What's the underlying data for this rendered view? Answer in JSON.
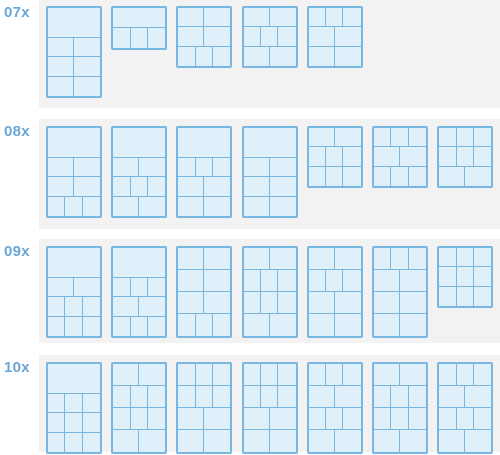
{
  "rows": [
    {
      "label": "07x",
      "layouts": [
        [
          [
            1
          ],
          [
            1,
            1
          ],
          [
            1,
            1
          ],
          [
            1,
            1
          ]
        ],
        [
          [
            1
          ],
          [
            1,
            1,
            1
          ]
        ],
        [
          [
            1,
            1
          ],
          [
            1,
            1
          ],
          [
            1,
            1,
            1
          ]
        ],
        [
          [
            1,
            1
          ],
          [
            1,
            1,
            1
          ],
          [
            1,
            1
          ]
        ],
        [
          [
            1,
            1,
            1
          ],
          [
            1,
            1
          ],
          [
            1,
            1
          ]
        ]
      ]
    },
    {
      "label": "08x",
      "layouts": [
        [
          [
            1
          ],
          [
            1,
            1
          ],
          [
            1,
            1
          ],
          [
            1,
            1,
            1
          ]
        ],
        [
          [
            1
          ],
          [
            1,
            1
          ],
          [
            1,
            1,
            1
          ],
          [
            1,
            1
          ]
        ],
        [
          [
            1
          ],
          [
            1,
            1,
            1
          ],
          [
            1,
            1
          ],
          [
            1,
            1
          ]
        ],
        [
          [
            1
          ],
          [
            1,
            1
          ],
          [
            1,
            1
          ],
          [
            1,
            1
          ]
        ],
        [
          [
            1,
            1
          ],
          [
            1,
            1,
            1
          ],
          [
            1,
            1,
            1
          ]
        ],
        [
          [
            1,
            1,
            1
          ],
          [
            1,
            1
          ],
          [
            1,
            1,
            1
          ]
        ],
        [
          [
            1,
            1,
            1
          ],
          [
            1,
            1,
            1
          ],
          [
            1,
            1
          ]
        ]
      ]
    },
    {
      "label": "09x",
      "layouts": [
        [
          [
            1
          ],
          [
            1,
            1
          ],
          [
            1,
            1,
            1
          ],
          [
            1,
            1,
            1
          ]
        ],
        [
          [
            1
          ],
          [
            1,
            1,
            1
          ],
          [
            1,
            1
          ],
          [
            1,
            1,
            1
          ]
        ],
        [
          [
            1,
            1
          ],
          [
            1,
            1
          ],
          [
            1,
            1
          ],
          [
            1,
            1,
            1
          ]
        ],
        [
          [
            1,
            1
          ],
          [
            1,
            1,
            1
          ],
          [
            1,
            1,
            1
          ],
          [
            1,
            1
          ]
        ],
        [
          [
            1,
            1
          ],
          [
            1,
            1,
            1
          ],
          [
            1,
            1
          ],
          [
            1,
            1
          ]
        ],
        [
          [
            1,
            1,
            1
          ],
          [
            1,
            1
          ],
          [
            1,
            1
          ],
          [
            1,
            1
          ]
        ],
        [
          [
            1,
            1,
            1
          ],
          [
            1,
            1,
            1
          ],
          [
            1,
            1,
            1
          ]
        ]
      ]
    },
    {
      "label": "10x",
      "layouts": [
        [
          [
            1
          ],
          [
            1,
            1,
            1
          ],
          [
            1,
            1,
            1
          ],
          [
            1,
            1,
            1
          ]
        ],
        [
          [
            1,
            1
          ],
          [
            1,
            1,
            1
          ],
          [
            1,
            1,
            1
          ],
          [
            1,
            1
          ]
        ],
        [
          [
            1,
            1,
            1
          ],
          [
            1,
            1,
            1
          ],
          [
            1,
            1
          ],
          [
            1,
            1
          ]
        ],
        [
          [
            1,
            1,
            1
          ],
          [
            1,
            1,
            1
          ],
          [
            1,
            1
          ],
          [
            1,
            1
          ]
        ],
        [
          [
            1,
            1,
            1
          ],
          [
            1,
            1
          ],
          [
            1,
            1,
            1
          ],
          [
            1,
            1
          ]
        ],
        [
          [
            1,
            1
          ],
          [
            1,
            1,
            1
          ],
          [
            1,
            1,
            1
          ],
          [
            1,
            1
          ]
        ],
        [
          [
            1,
            1,
            1
          ],
          [
            1,
            1
          ],
          [
            1,
            1,
            1
          ],
          [
            1,
            1
          ]
        ]
      ]
    }
  ]
}
